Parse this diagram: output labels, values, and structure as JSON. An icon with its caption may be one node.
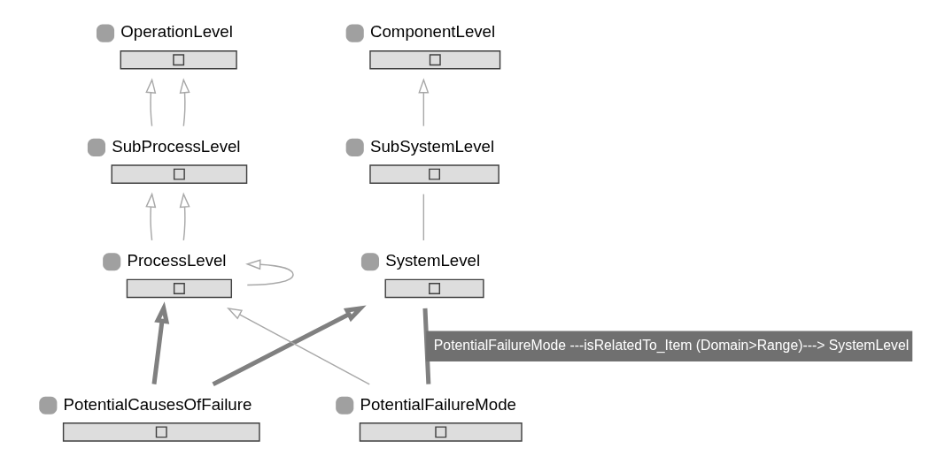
{
  "diagram": {
    "nodes": [
      {
        "text": [
          "OperationLevel"
        ]
      },
      {
        "text": [
          "SubProcessLevel"
        ]
      },
      {
        "text": [
          "PotentialFailureMode"
        ]
      },
      {
        "text": [
          "ProcessLevel"
        ]
      },
      {
        "text": [
          "SystemLevel"
        ]
      },
      {
        "text": [
          "PotentialCausesOfFailure"
        ]
      },
      {
        "text": [
          "SubSystemLevel"
        ]
      },
      {
        "text": [
          "ComponentLevel"
        ]
      }
    ],
    "edges": [
      {
        "from": 1,
        "to": 0,
        "arrow": "to"
      },
      {
        "from": 1,
        "to": 0,
        "arrow": "to"
      },
      {
        "from": 3,
        "to": 1,
        "arrow": "to"
      },
      {
        "from": 3,
        "to": 1,
        "arrow": "to"
      },
      {
        "from": 2,
        "to": 3,
        "arrow": "to"
      },
      {
        "from": 3,
        "to": 3,
        "arrow": "to"
      },
      {
        "from": 2,
        "to": 4,
        "arrow": "none",
        "style": "thick",
        "color": "#808080",
        "label": "PotentialFailureMode ---isRelatedTo_Item (Domain>Range)---> SystemLevel"
      },
      {
        "from": 5,
        "to": 3,
        "arrow": "to",
        "style": "thick",
        "color": "#808080"
      },
      {
        "from": 5,
        "to": 4,
        "arrow": "to",
        "style": "thick",
        "color": "#808080"
      },
      {
        "from": 4,
        "to": 6,
        "arrow": "none"
      },
      {
        "from": 6,
        "to": 7,
        "arrow": "to"
      }
    ]
  }
}
